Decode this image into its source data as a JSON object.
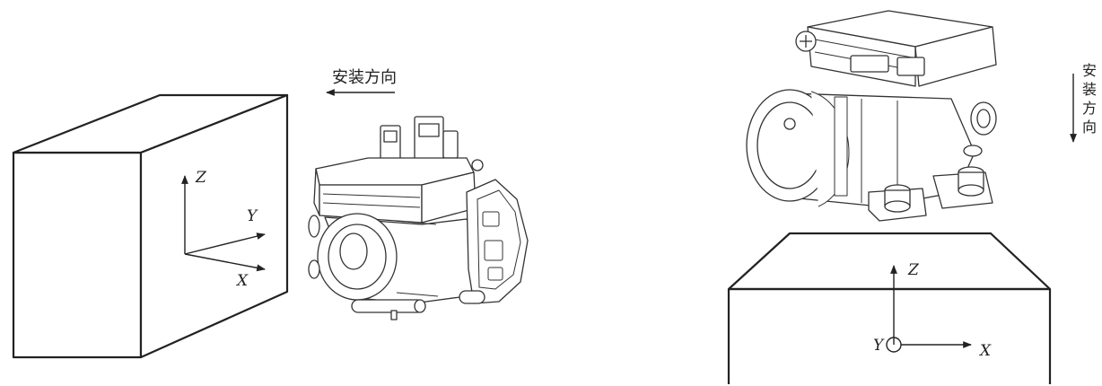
{
  "left_figure": {
    "direction_label": "安装方向",
    "axes": {
      "z": "Z",
      "y": "Y",
      "x": "X"
    }
  },
  "right_figure": {
    "direction_label_chars": [
      "安",
      "装",
      "方",
      "向"
    ],
    "axes": {
      "z": "Z",
      "y": "Y",
      "x": "X"
    }
  }
}
